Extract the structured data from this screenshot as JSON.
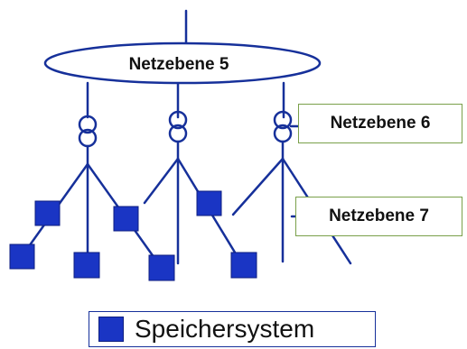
{
  "labels": {
    "level5": "Netzebene 5",
    "level6": "Netzebene 6",
    "level7": "Netzebene 7"
  },
  "legend": {
    "text": "Speichersystem",
    "swatch_color": "#1a35c4"
  },
  "colors": {
    "line": "#16309a",
    "label_border": "#7aa04a",
    "storage_fill": "#1a35c4"
  }
}
